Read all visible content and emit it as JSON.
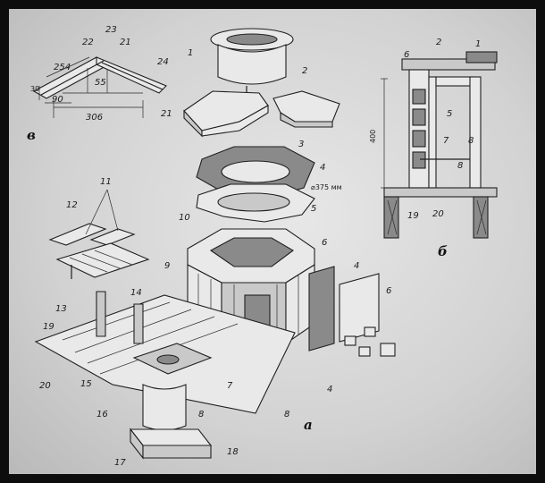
{
  "figure": {
    "panel_labels": {
      "a": "а",
      "b": "б",
      "v": "в"
    },
    "callouts": [
      "1",
      "2",
      "3",
      "4",
      "5",
      "6",
      "7",
      "8",
      "9",
      "10",
      "11",
      "12",
      "13",
      "14",
      "15",
      "16",
      "17",
      "18",
      "19",
      "20",
      "21",
      "22",
      "23",
      "24"
    ],
    "dimensions": {
      "d254": "254",
      "d55": "55",
      "d90": "90",
      "d306": "306",
      "d30": "30",
      "d400": "400",
      "diam": "⌀375 мм"
    }
  }
}
